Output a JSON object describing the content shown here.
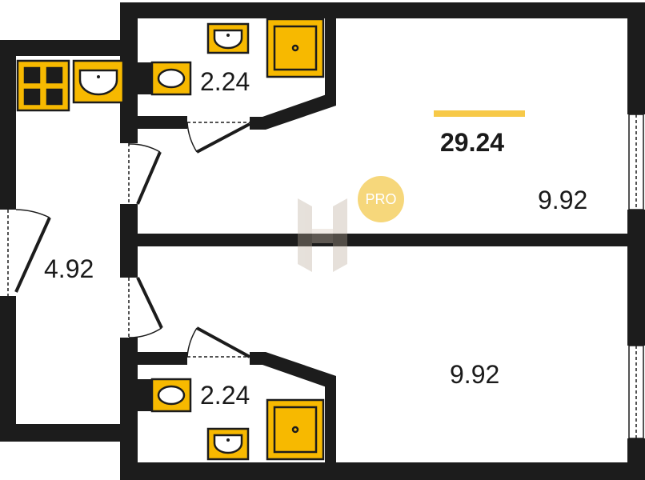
{
  "plan": {
    "total_area": "29.24",
    "rooms": {
      "room_top": "9.92",
      "room_bottom": "9.92",
      "hall": "4.92",
      "bath_top": "2.24",
      "bath_bottom": "2.24"
    },
    "badge": "PRO"
  },
  "colors": {
    "wall": "#1c1c1c",
    "fixture": "#f7b900",
    "accent_bar": "#f7c948",
    "badge": "#f6d77b",
    "watermark": "#d8d0c8"
  }
}
